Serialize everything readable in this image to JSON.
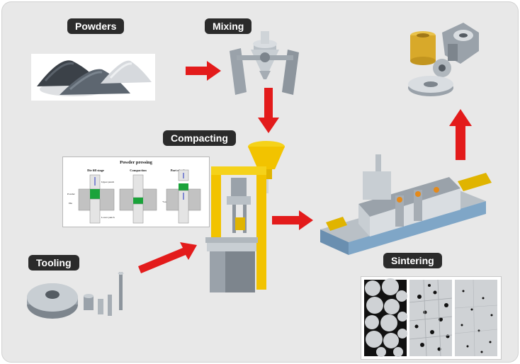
{
  "stages": {
    "powders": "Powders",
    "mixing": "Mixing",
    "compacting": "Compacting",
    "tooling": "Tooling",
    "sintering": "Sintering"
  },
  "inset": {
    "title": "Powder pressing",
    "col1": "Die fill stage",
    "col2": "Compaction",
    "col3": "Part ejection",
    "upper_punch": "Upper punch",
    "powder": "Powder",
    "die": "Die",
    "lower_punch": "Lower punch",
    "green_compact": "\"Green\" compact"
  },
  "colors": {
    "arrow": "#e31b1b",
    "label_bg": "#2b2b2b",
    "press_frame": "#f2c300",
    "green": "#1aa33a"
  }
}
